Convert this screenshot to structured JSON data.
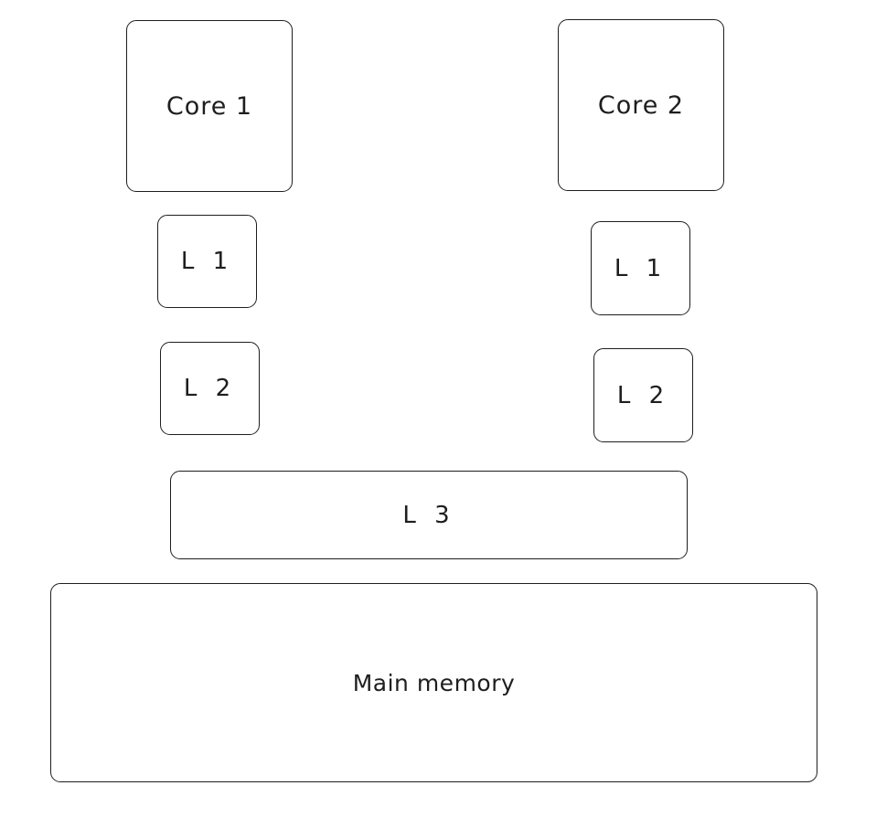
{
  "diagram": {
    "core1": {
      "label": "Core 1"
    },
    "core2": {
      "label": "Core 2"
    },
    "core1_l1": {
      "label": "L 1"
    },
    "core2_l1": {
      "label": "L 1"
    },
    "core1_l2": {
      "label": "L 2"
    },
    "core2_l2": {
      "label": "L 2"
    },
    "l3": {
      "label": "L 3"
    },
    "main_memory": {
      "label": "Main memory"
    }
  },
  "colors": {
    "stroke": "#1e1e1e",
    "background": "#ffffff"
  }
}
